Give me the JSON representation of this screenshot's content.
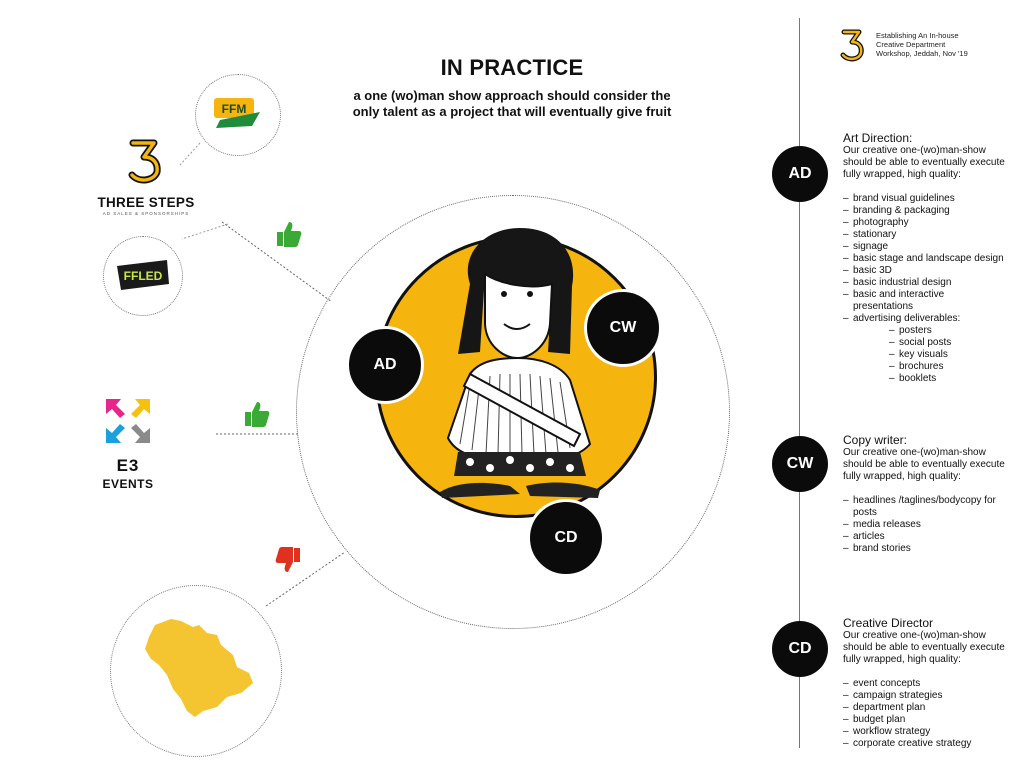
{
  "header": {
    "title": "IN PRACTICE",
    "subtitle_line1": "a one (wo)man show approach should consider the",
    "subtitle_line2": "only talent as a project that will eventually give fruit"
  },
  "top_info": {
    "line1": "Establishing An In-house",
    "line2": "Creative Department",
    "line3": "Workshop, Jeddah, Nov '19"
  },
  "left_logos": {
    "ffm": "FFM",
    "three_steps": "THREE STEPS",
    "three_steps_tagline": "AD SALES & SPONSORSHIPS",
    "ffled": "FFLED",
    "e3_title": "E3",
    "e3_sub": "EVENTS"
  },
  "center": {
    "ad": "AD",
    "cw": "CW",
    "cd": "CD"
  },
  "sections": [
    {
      "code": "AD",
      "title": "Art Direction:",
      "intro_line1": "Our creative one-(wo)man-show",
      "intro_line2": "should be able to eventually execute",
      "intro_line3": "fully wrapped, high quality:",
      "items": [
        "brand visual guidelines",
        "branding & packaging",
        "photography",
        "stationary",
        "signage",
        "basic stage and landscape design",
        "basic 3D",
        "basic industrial design",
        "basic and interactive",
        "advertising deliverables:"
      ],
      "item_cont": "presentations",
      "subitems": [
        "posters",
        "social posts",
        "key visuals",
        "brochures",
        "booklets"
      ]
    },
    {
      "code": "CW",
      "title": "Copy writer:",
      "intro_line1": "Our creative one-(wo)man-show",
      "intro_line2": "should be able to eventually execute",
      "intro_line3": "fully wrapped, high quality:",
      "items": [
        "headlines /taglines/bodycopy for",
        "media releases",
        "articles",
        "brand stories"
      ],
      "item_cont": "posts"
    },
    {
      "code": "CD",
      "title": "Creative Director",
      "intro_line1": "Our creative one-(wo)man-show",
      "intro_line2": "should be able to eventually execute",
      "intro_line3": "fully wrapped, high quality:",
      "items": [
        "event concepts",
        "campaign strategies",
        "department plan",
        "budget plan",
        "workflow strategy",
        "corporate creative strategy"
      ]
    }
  ],
  "colors": {
    "yellow": "#f6b50e",
    "black": "#0b0b0b",
    "thumb_green": "#3aa935",
    "thumb_red": "#e0301e",
    "map_yellow": "#f5c431"
  },
  "icons": [
    "thumbs-up-icon",
    "thumbs-up-icon",
    "thumbs-down-icon",
    "saudi-map-icon"
  ]
}
